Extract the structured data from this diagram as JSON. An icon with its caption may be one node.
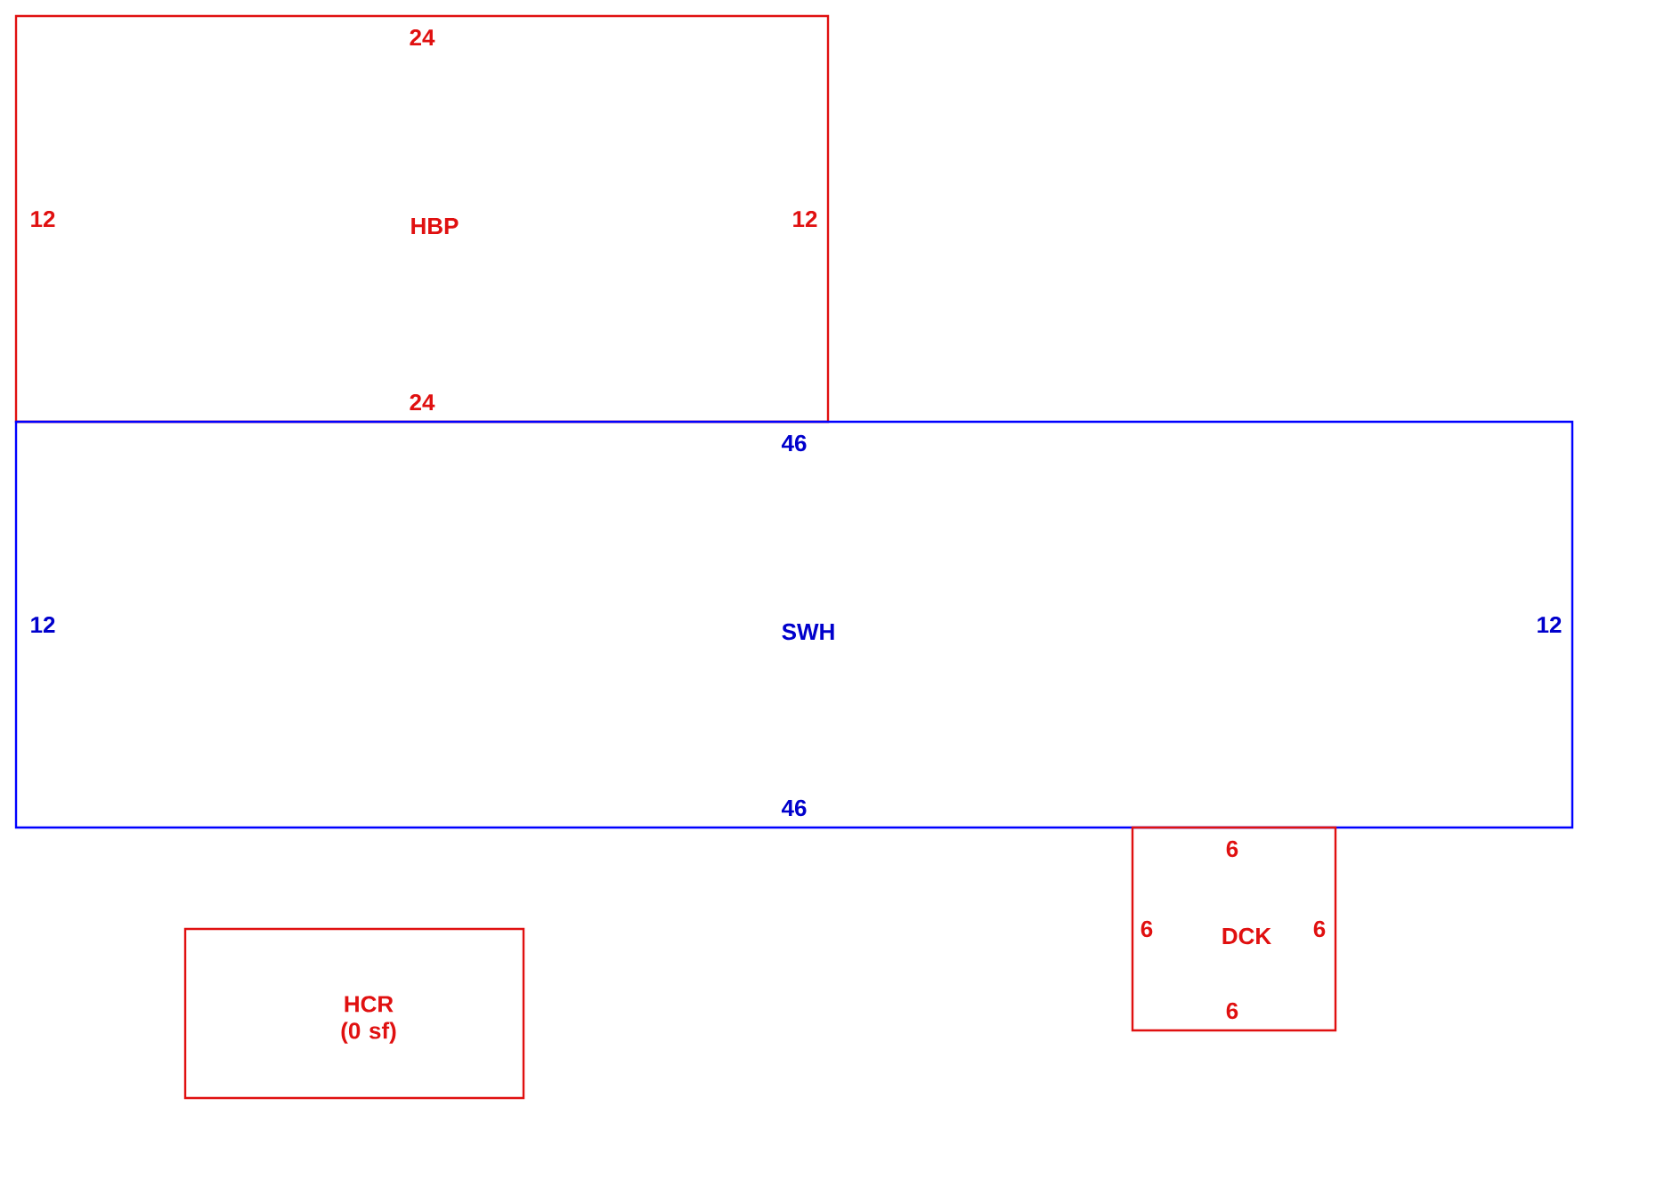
{
  "diagram": {
    "nodes": [
      {
        "text": [
          "24",
          "12",
          "HBP",
          "12",
          "24"
        ]
      },
      {
        "text": [
          "46",
          "12",
          "SWH",
          "12",
          "46"
        ]
      },
      {
        "text": [
          "6",
          "6",
          "DCK",
          "6",
          "6"
        ]
      },
      {
        "text": [
          "HCR (0 sf)"
        ]
      }
    ]
  }
}
